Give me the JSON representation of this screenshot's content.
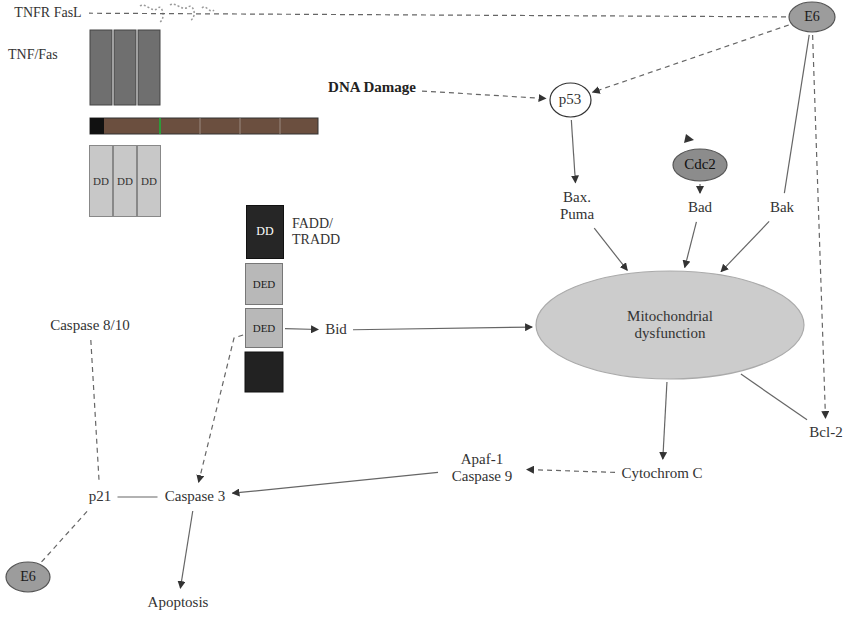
{
  "diagram": {
    "nodes": [
      {
        "text": [
          "TNFR FasL"
        ]
      },
      {
        "text": [
          "DD"
        ]
      },
      {
        "text": [
          "DD"
        ]
      },
      {
        "text": [
          "DD"
        ]
      },
      {
        "text": [
          "DD"
        ]
      },
      {
        "text": [
          "DED"
        ]
      },
      {
        "text": [
          "DED"
        ]
      },
      {
        "text": [
          "Caspase 8/10"
        ]
      },
      {
        "text": [
          "Bid"
        ]
      },
      {
        "text": [
          "DNA Damage"
        ]
      },
      {
        "text": [
          "p53"
        ]
      },
      {
        "text": [
          "E6"
        ]
      },
      {
        "text": [
          "Cdc2"
        ]
      },
      {
        "text": [
          "Bax. Puma"
        ]
      },
      {
        "text": [
          "Bad"
        ]
      },
      {
        "text": [
          "Bak"
        ]
      },
      {
        "text": [
          "Mitochondrial dysfunction"
        ]
      },
      {
        "text": [
          "Bcl-2"
        ]
      },
      {
        "text": [
          "Apaf-1 Caspase 9"
        ]
      },
      {
        "text": [
          "Cytochrom C"
        ]
      },
      {
        "text": [
          "p21"
        ]
      },
      {
        "text": [
          "Caspase 3"
        ]
      },
      {
        "text": [
          "E6"
        ]
      },
      {
        "text": [
          "Apoptosis"
        ]
      }
    ],
    "edges": [
      {
        "from": 9,
        "to": 10,
        "arrow": "to"
      },
      {
        "from": 11,
        "to": 10,
        "arrow": "to"
      },
      {
        "from": 11,
        "to": 0,
        "arrow": "none"
      },
      {
        "from": 10,
        "to": 13,
        "arrow": "to"
      },
      {
        "from": 12,
        "to": 14,
        "arrow": "to"
      },
      {
        "from": 11,
        "to": 15,
        "arrow": "none"
      },
      {
        "from": 11,
        "to": 17,
        "arrow": "to"
      },
      {
        "from": 13,
        "to": 16,
        "arrow": "to"
      },
      {
        "from": 14,
        "to": 16,
        "arrow": "to"
      },
      {
        "from": 15,
        "to": 16,
        "arrow": "to"
      },
      {
        "from": 6,
        "to": 8,
        "arrow": "to"
      },
      {
        "from": 8,
        "to": 16,
        "arrow": "to"
      },
      {
        "from": 17,
        "to": 16,
        "arrow": "none"
      },
      {
        "from": 16,
        "to": 19,
        "arrow": "to"
      },
      {
        "from": 19,
        "to": 18,
        "arrow": "to"
      },
      {
        "from": 18,
        "to": 21,
        "arrow": "to"
      },
      {
        "from": 6,
        "to": 21,
        "arrow": "to"
      },
      {
        "from": 7,
        "to": 20,
        "arrow": "none"
      },
      {
        "from": 20,
        "to": 21,
        "arrow": "none"
      },
      {
        "from": 22,
        "to": 20,
        "arrow": "none"
      },
      {
        "from": 21,
        "to": 23,
        "arrow": "to"
      }
    ],
    "labels": [
      "TNF/Fas",
      "FADD/ TRADD"
    ]
  }
}
